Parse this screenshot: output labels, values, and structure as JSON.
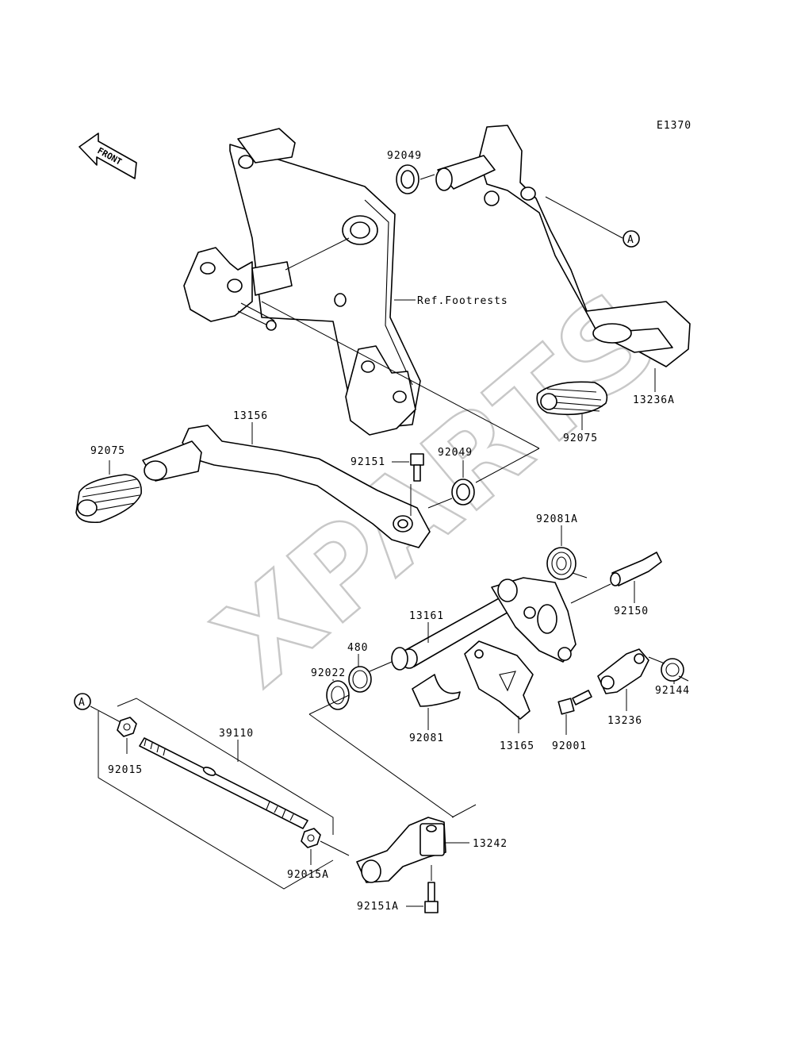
{
  "diagram_code": "E1370",
  "front_label": "FRONT",
  "watermark": "XPARTS",
  "ref_note": "Ref.Footrests",
  "callout_letter": "A",
  "callout_letter_2": "A",
  "parts": {
    "p92049a": "92049",
    "p92049b": "92049",
    "p13236a": "13236A",
    "p92075a": "92075",
    "p92075b": "92075",
    "p13156": "13156",
    "p92151": "92151",
    "p92081a": "92081A",
    "p92150": "92150",
    "p13161": "13161",
    "p480": "480",
    "p92022": "92022",
    "p92144": "92144",
    "p13236": "13236",
    "p92001": "92001",
    "p13165": "13165",
    "p92081": "92081",
    "p39110": "39110",
    "p92015": "92015",
    "p92015a": "92015A",
    "p13242": "13242",
    "p92151a": "92151A"
  }
}
